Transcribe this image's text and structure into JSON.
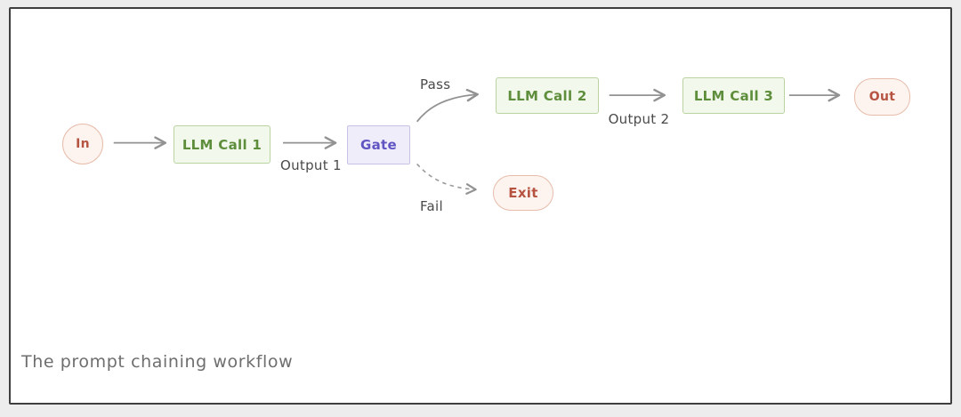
{
  "diagram": {
    "caption": "The prompt chaining workflow",
    "type": "workflow-flowchart"
  },
  "nodes": {
    "in": {
      "label": "In",
      "shape": "circle",
      "role": "input"
    },
    "llm1": {
      "label": "LLM Call 1",
      "shape": "rectangle",
      "role": "llm-step"
    },
    "gate": {
      "label": "Gate",
      "shape": "rectangle",
      "role": "decision"
    },
    "llm2": {
      "label": "LLM Call 2",
      "shape": "rectangle",
      "role": "llm-step"
    },
    "llm3": {
      "label": "LLM Call 3",
      "shape": "rectangle",
      "role": "llm-step"
    },
    "out": {
      "label": "Out",
      "shape": "stadium",
      "role": "output"
    },
    "exit": {
      "label": "Exit",
      "shape": "stadium",
      "role": "failure-exit"
    }
  },
  "edges": {
    "in_to_llm1": {
      "label": "",
      "style": "solid"
    },
    "llm1_to_gate": {
      "label": "Output 1",
      "style": "solid"
    },
    "gate_to_llm2": {
      "label": "Pass",
      "style": "solid-curved"
    },
    "gate_to_exit": {
      "label": "Fail",
      "style": "dashed-curved"
    },
    "llm2_to_llm3": {
      "label": "Output 2",
      "style": "solid"
    },
    "llm3_to_out": {
      "label": "",
      "style": "solid"
    }
  },
  "colors": {
    "page_background": "#ededed",
    "canvas_background": "#ffffff",
    "canvas_border": "#3f3f3f",
    "green_node_fill": "#f2f8ec",
    "green_node_border": "#b9d3a1",
    "green_node_text": "#5e8e3c",
    "purple_node_fill": "#eeedf9",
    "purple_node_border": "#c7c3e7",
    "purple_node_text": "#6155c4",
    "pink_node_fill": "#fdf4f0",
    "pink_node_border": "#e7bcab",
    "pink_node_text": "#b65441",
    "arrow": "#929292",
    "edge_label_text": "#4a4a4a",
    "caption_text": "#6e6e6e"
  }
}
